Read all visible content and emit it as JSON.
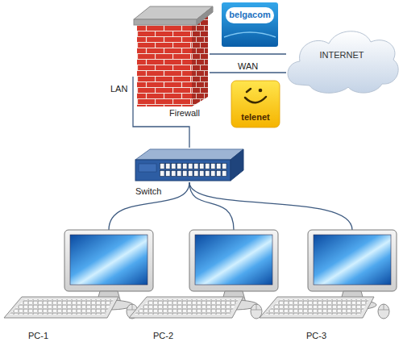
{
  "diagram": {
    "nodes": [
      {
        "text": [
          "Firewall"
        ]
      },
      {
        "text": [
          "belgacom"
        ]
      },
      {
        "text": [
          "INTERNET"
        ]
      },
      {
        "text": [
          "telenet"
        ]
      },
      {
        "text": [
          "Switch"
        ]
      },
      {
        "text": [
          "PC-1"
        ]
      },
      {
        "text": [
          "PC-2"
        ]
      },
      {
        "text": [
          "PC-3"
        ]
      }
    ],
    "edges": [
      {
        "from": 0,
        "to": 4,
        "label": "LAN",
        "arrow": "none"
      },
      {
        "from": 0,
        "to": 2,
        "arrow": "none"
      },
      {
        "from": 0,
        "to": 2,
        "label": "WAN",
        "arrow": "none"
      },
      {
        "from": 4,
        "to": 5,
        "arrow": "none"
      },
      {
        "from": 4,
        "to": 6,
        "arrow": "none"
      },
      {
        "from": 4,
        "to": 7,
        "arrow": "none"
      }
    ]
  }
}
